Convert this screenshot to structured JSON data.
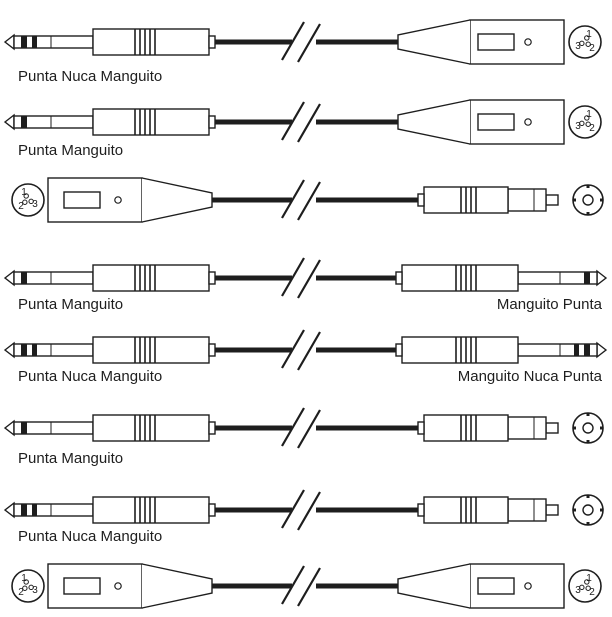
{
  "cables": [
    {
      "left": "trs",
      "right": "xlr-male",
      "label_left": "Punta Nuca Manguito",
      "label_right": ""
    },
    {
      "left": "ts",
      "right": "xlr-male",
      "label_left": "Punta Manguito",
      "label_right": ""
    },
    {
      "left": "xlr-female",
      "right": "rca",
      "label_left": "",
      "label_right": ""
    },
    {
      "left": "ts",
      "right": "ts",
      "label_left": "Punta Manguito",
      "label_right": "Manguito Punta"
    },
    {
      "left": "trs",
      "right": "trs",
      "label_left": "Punta Nuca Manguito",
      "label_right": "Manguito Nuca Punta"
    },
    {
      "left": "ts",
      "right": "rca",
      "label_left": "Punta Manguito",
      "label_right": ""
    },
    {
      "left": "trs",
      "right": "rca",
      "label_left": "Punta Nuca Manguito",
      "label_right": ""
    },
    {
      "left": "xlr-female",
      "right": "xlr-male",
      "label_left": "",
      "label_right": ""
    }
  ],
  "xlr_pins": [
    "1",
    "2",
    "3"
  ]
}
